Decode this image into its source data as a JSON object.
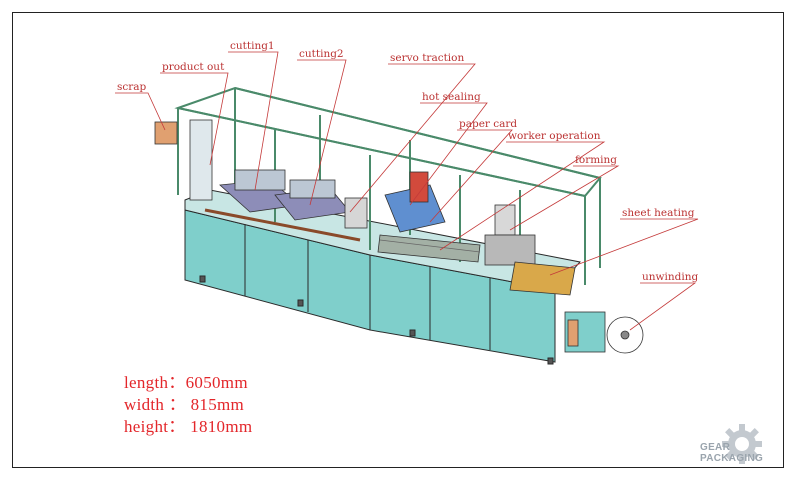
{
  "labels": {
    "scrap": "scrap",
    "product_out": "product out",
    "cutting1": "cutting1",
    "cutting2": "cutting2",
    "servo_traction": "servo traction",
    "hot_sealing": "hot sealing",
    "paper_card": "paper card",
    "worker_operation": "worker operation",
    "forming": "forming",
    "sheet_heating": "sheet heating",
    "unwinding": "unwinding"
  },
  "specs": {
    "length": "length：6050mm",
    "width": "width ： 815mm",
    "height": "height： 1810mm"
  },
  "logo": {
    "text": "GEAR PACKAGING"
  },
  "colors": {
    "machine_body": "#7fcfcb",
    "callout": "#c43a3a",
    "spec_text": "#e3262a",
    "frame_line": "#2a2a2a"
  }
}
